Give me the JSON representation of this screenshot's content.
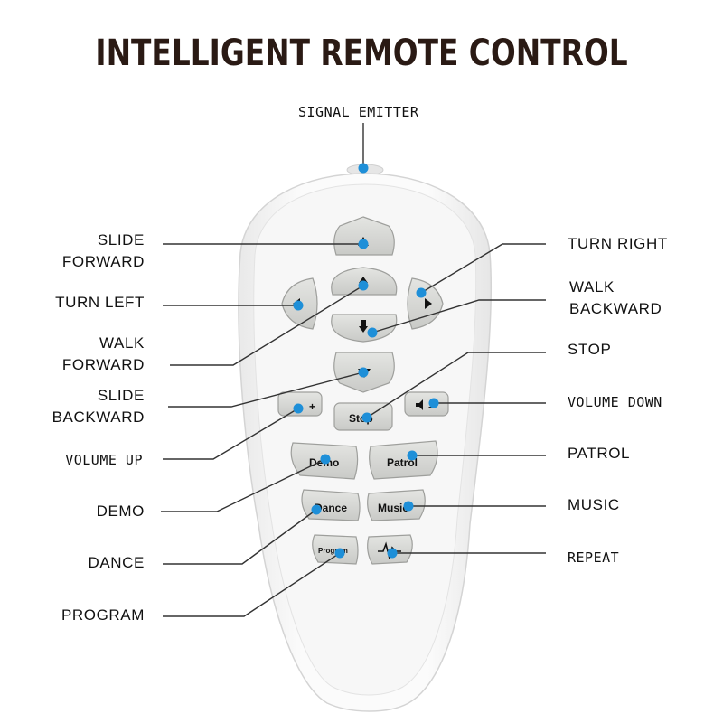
{
  "title": "INTELLIGENT REMOTE CONTROL",
  "labels": {
    "signal_emitter": "SIGNAL EMITTER",
    "slide_forward_1": "SLIDE",
    "slide_forward_2": "FORWARD",
    "turn_left": "TURN LEFT",
    "walk_forward_1": "WALK",
    "walk_forward_2": "FORWARD",
    "slide_backward_1": "SLIDE",
    "slide_backward_2": "BACKWARD",
    "volume_up": "VOLUME UP",
    "demo": "DEMO",
    "dance": "DANCE",
    "program": "PROGRAM",
    "turn_right": "TURN RIGHT",
    "walk_backward_1": "WALK",
    "walk_backward_2": "BACKWARD",
    "stop": "STOP",
    "volume_down": "VOLUME DOWN",
    "patrol": "PATROL",
    "music": "MUSIC",
    "repeat": "REPEAT"
  },
  "buttons": {
    "stop": "Stop",
    "demo": "Demo",
    "patrol": "Patrol",
    "dance": "Dance",
    "music": "Music",
    "program": "Program",
    "vol_up": "+",
    "vol_down": "-"
  },
  "colors": {
    "dot": "#1e8fd8",
    "line": "#333333",
    "body": "#f4f4f4",
    "button": "#d9dad7"
  }
}
